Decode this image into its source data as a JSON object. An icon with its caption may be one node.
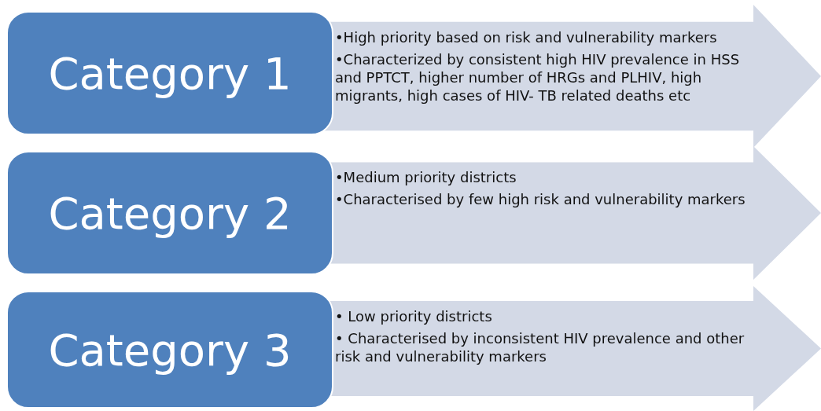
{
  "diagram": {
    "nodes": [
      {
        "text": [
          "Category 1"
        ]
      },
      {
        "text": [
          "•High priority based on risk and vulnerability markers",
          "•Characterized by consistent high HIV prevalence in HSS and PPTCT, higher number of HRGs and PLHIV, high migrants, high cases of HIV- TB related deaths etc"
        ]
      },
      {
        "text": [
          "Category 2"
        ]
      },
      {
        "text": [
          "•Medium priority districts",
          "•Characterised by few high risk and vulnerability markers"
        ]
      },
      {
        "text": [
          "Category 3"
        ]
      },
      {
        "text": [
          "• Low priority districts",
          "• Characterised by inconsistent HIV prevalence and other risk and vulnerability markers"
        ]
      }
    ]
  }
}
